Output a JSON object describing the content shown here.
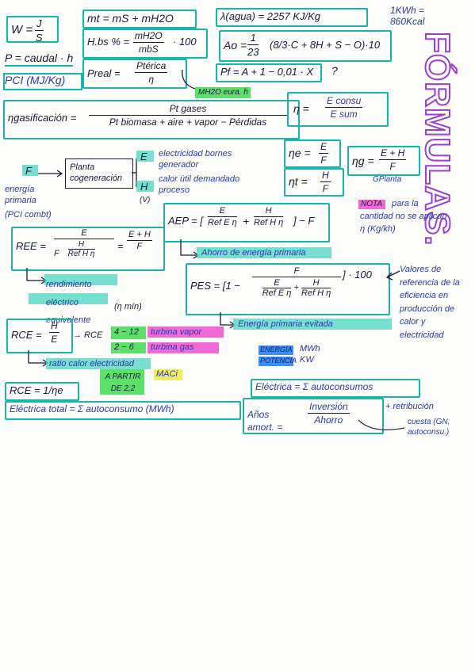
{
  "title": "FÓRMULAS.",
  "corner_note": "1KWh = 860Kcal",
  "top_row": {
    "w": {
      "lhs": "W =",
      "num": "J",
      "den": "S"
    },
    "mt": "mt = mS + mH2O",
    "latent": "λ(agua) = 2257 KJ/Kg"
  },
  "humidity": {
    "lhs": "H.bs % =",
    "num": "mH2O",
    "den": "mbS",
    "tail": "· 100"
  },
  "ao": {
    "lhs": "Ao =",
    "num": "1",
    "den": "23",
    "body": "(8/3·C + 8H + S − O)·10"
  },
  "power": "P = caudal · h",
  "pci": "PCI (MJ/Kg)",
  "preal": {
    "lhs": "Preal =",
    "num": "Ptérica",
    "den": "η"
  },
  "pf": "Pf = A + 1 − 0,01 · X",
  "pf_q": "?",
  "green_tag": "MH2O eura. h",
  "gasif": {
    "lhs": "ηgasificación =",
    "num": "Pt gases",
    "den": "Pt biomasa + aire + vapor − Pérdidas"
  },
  "eta_cons": {
    "lhs": "η =",
    "num": "E consu",
    "den": "E sum"
  },
  "plant": {
    "f": "F",
    "f_label": "energía primaria",
    "f_note": "(PCI combt)",
    "box": "Planta cogeneración",
    "e": "E",
    "e_note": "electricidad bornes generador",
    "h": "H",
    "h_note": "calor útil demandado proceso",
    "v": "(V)"
  },
  "eta_e": {
    "lhs": "ηe =",
    "num": "E",
    "den": "F"
  },
  "eta_t": {
    "lhs": "ηt =",
    "num": "H",
    "den": "F"
  },
  "eta_g": {
    "lhs": "ηg =",
    "num": "E + H",
    "den": "F"
  },
  "eta_g_note": "GPlanta",
  "nota": {
    "tag": "NOTA",
    "text": "para la cantidad no se aplican η (Kg/kh)"
  },
  "ree": {
    "lhs": "REE =",
    "num": "E",
    "den_a": "F",
    "den_b": "H",
    "den_c": "Ref H η",
    "rhs_num": "E + H",
    "rhs_den": "F"
  },
  "ree_note": "rendimiento eléctrico equivalente",
  "ree_min": "(η mín)",
  "aep": {
    "lhs": "AEP = [",
    "a_num": "E",
    "a_den": "Ref E η",
    "plus": "+",
    "b_num": "H",
    "b_den": "Ref H η",
    "tail": "] − F"
  },
  "aep_note": "Ahorro de energía primaria",
  "pes": {
    "lhs": "PES = [1 −",
    "num": "F",
    "a_num": "E",
    "a_den": "Ref E η",
    "plus": "+",
    "b_num": "H",
    "b_den": "Ref H η",
    "tail": "] · 100"
  },
  "pes_note": "Energía primaria evitada",
  "pes_side": "Valores de referencia de la eficiencia en producción de calor y electricidad",
  "rce": {
    "lhs": "RCE =",
    "num": "H",
    "den": "E"
  },
  "rce_arrow": "→ RCE",
  "rce_ranges": [
    {
      "range": "4 − 12",
      "label": "turbina vapor"
    },
    {
      "range": "2 − 6",
      "label": "turbina gas"
    }
  ],
  "rce_note": "ratio calor electricidad",
  "apartir": "A PARTIR DE 2,2",
  "maci": "MACi",
  "energia_unit": {
    "tag": "ENERGÍA",
    "unit": "MWh"
  },
  "potencia_unit": {
    "tag": "POTENCIA",
    "unit": "KW"
  },
  "rce_inv": "RCE = 1/ηe",
  "elec_auto": "Eléctrica = Σ autoconsumos",
  "elec_total": "Eléctrica total = Σ autoconsumo (MWh)",
  "payback": {
    "lhs": "Años amort. =",
    "num": "Inversión",
    "den": "Ahorro",
    "note_a": "+ retribución",
    "note_b": "cuesta (GN, autoconsu.)"
  }
}
